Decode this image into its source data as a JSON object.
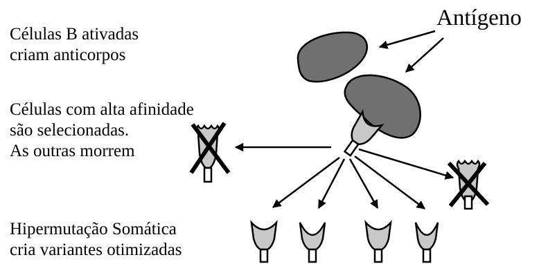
{
  "labels": {
    "antigen": "Antígeno",
    "activated_line1": "Células B ativadas",
    "activated_line2": "criam anticorpos",
    "selected_line1": "Células com alta afinidade",
    "selected_line2": "são selecionadas.",
    "selected_line3": "As outras morrem",
    "hyper_line1": "Hipermutação Somática",
    "hyper_line2": "cria variantes otimizadas"
  },
  "colors": {
    "antigen_fill": "#707070",
    "antibody_fill": "#c8c8c8",
    "outline": "#000000"
  }
}
